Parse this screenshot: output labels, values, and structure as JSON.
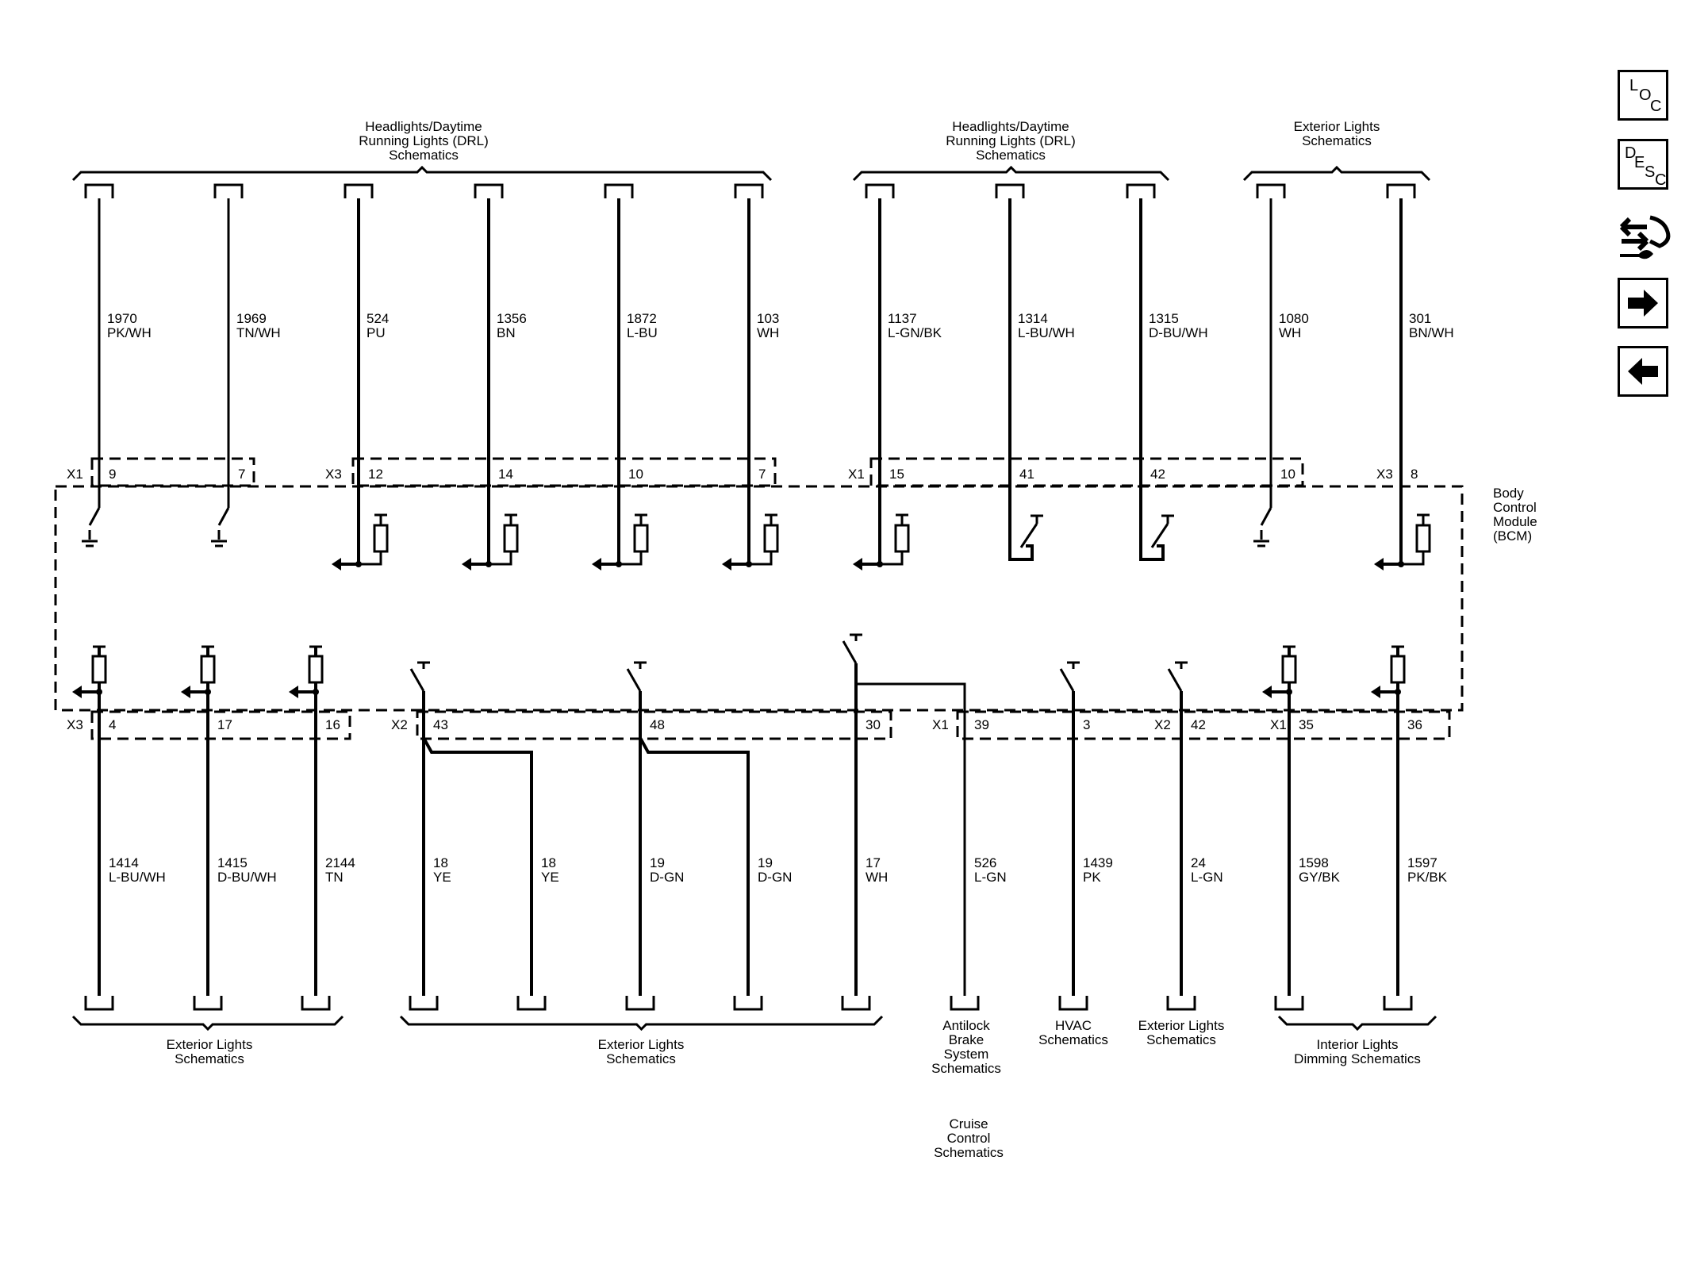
{
  "top_groups": [
    {
      "label": [
        "Headlights/Daytime",
        "Running Lights (DRL)",
        "Schematics"
      ]
    },
    {
      "label": [
        "Headlights/Daytime",
        "Running Lights (DRL)",
        "Schematics"
      ]
    },
    {
      "label": [
        "Exterior Lights",
        "Schematics"
      ]
    }
  ],
  "top_wires": [
    {
      "circuit": "1970",
      "color": "PK/WH",
      "pin": "9",
      "connector": "X1"
    },
    {
      "circuit": "1969",
      "color": "TN/WH",
      "pin": "7",
      "connector": ""
    },
    {
      "circuit": "524",
      "color": "PU",
      "pin": "12",
      "connector": "X3"
    },
    {
      "circuit": "1356",
      "color": "BN",
      "pin": "14",
      "connector": ""
    },
    {
      "circuit": "1872",
      "color": "L-BU",
      "pin": "10",
      "connector": ""
    },
    {
      "circuit": "103",
      "color": "WH",
      "pin": "7",
      "connector": ""
    },
    {
      "circuit": "1137",
      "color": "L-GN/BK",
      "pin": "15",
      "connector": "X1"
    },
    {
      "circuit": "1314",
      "color": "L-BU/WH",
      "pin": "41",
      "connector": ""
    },
    {
      "circuit": "1315",
      "color": "D-BU/WH",
      "pin": "42",
      "connector": ""
    },
    {
      "circuit": "1080",
      "color": "WH",
      "pin": "10",
      "connector": ""
    },
    {
      "circuit": "301",
      "color": "BN/WH",
      "pin": "8",
      "connector": "X3"
    }
  ],
  "module": {
    "label": [
      "Body",
      "Control",
      "Module",
      "(BCM)"
    ]
  },
  "bottom_wires": [
    {
      "circuit": "1414",
      "color": "L-BU/WH",
      "pin": "4",
      "connector": "X3"
    },
    {
      "circuit": "1415",
      "color": "D-BU/WH",
      "pin": "17",
      "connector": ""
    },
    {
      "circuit": "2144",
      "color": "TN",
      "pin": "16",
      "connector": ""
    },
    {
      "circuit": "18",
      "color": "YE",
      "pin": "43",
      "connector": "X2"
    },
    {
      "circuit": "18",
      "color": "YE",
      "pin": "",
      "connector": ""
    },
    {
      "circuit": "19",
      "color": "D-GN",
      "pin": "48",
      "connector": ""
    },
    {
      "circuit": "19",
      "color": "D-GN",
      "pin": "",
      "connector": ""
    },
    {
      "circuit": "17",
      "color": "WH",
      "pin": "30",
      "connector": ""
    },
    {
      "circuit": "526",
      "color": "L-GN",
      "pin": "39",
      "connector": "X1"
    },
    {
      "circuit": "1439",
      "color": "PK",
      "pin": "3",
      "connector": ""
    },
    {
      "circuit": "24",
      "color": "L-GN",
      "pin": "42",
      "connector": "X2"
    },
    {
      "circuit": "1598",
      "color": "GY/BK",
      "pin": "35",
      "connector": "X1"
    },
    {
      "circuit": "1597",
      "color": "PK/BK",
      "pin": "36",
      "connector": ""
    }
  ],
  "bottom_groups": [
    {
      "label": [
        "Exterior Lights",
        "Schematics"
      ]
    },
    {
      "label": [
        "Exterior Lights",
        "Schematics"
      ]
    },
    {
      "label": [
        "Antilock",
        "Brake",
        "System",
        "Schematics"
      ]
    },
    {
      "label": [
        "HVAC",
        "Schematics"
      ]
    },
    {
      "label": [
        "Exterior Lights",
        "Schematics"
      ]
    },
    {
      "label": [
        "Interior Lights",
        "Dimming Schematics"
      ]
    }
  ],
  "footer_note": {
    "label": [
      "Cruise",
      "Control",
      "Schematics"
    ]
  },
  "nav": {
    "loc": {
      "l1": "L",
      "l2": "O",
      "l3": "C",
      "icon": "location-icon"
    },
    "desc": {
      "l1": "D",
      "l2": "E",
      "l3": "S",
      "l4": "C",
      "icon": "description-icon"
    },
    "tools_icon": "connector-tools-icon",
    "next_icon": "arrow-right-icon",
    "prev_icon": "arrow-left-icon"
  }
}
